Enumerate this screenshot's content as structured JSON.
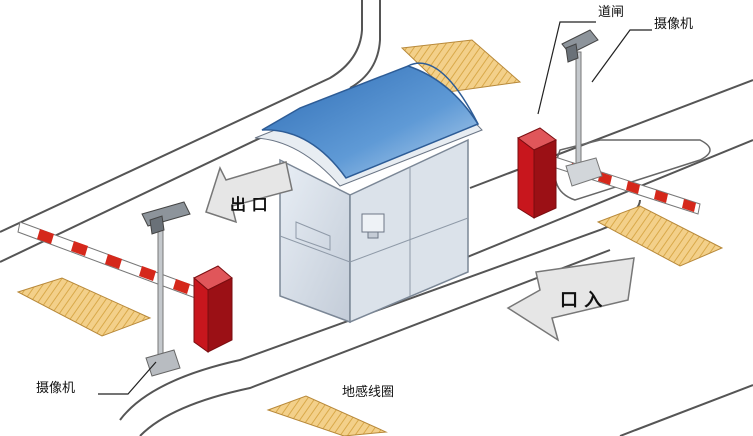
{
  "labels": {
    "gate": "道闸",
    "camera_right": "摄像机",
    "camera_left": "摄像机",
    "loop": "地感线圈",
    "exit": "出 口",
    "entry": "口 入"
  },
  "colors": {
    "canopy": "#4a86c8",
    "barrier_red": "#c8161d",
    "loop_yellow": "#f0c86a",
    "glass": "#d6dee8",
    "arrow_fill": "#e6e6e6"
  }
}
